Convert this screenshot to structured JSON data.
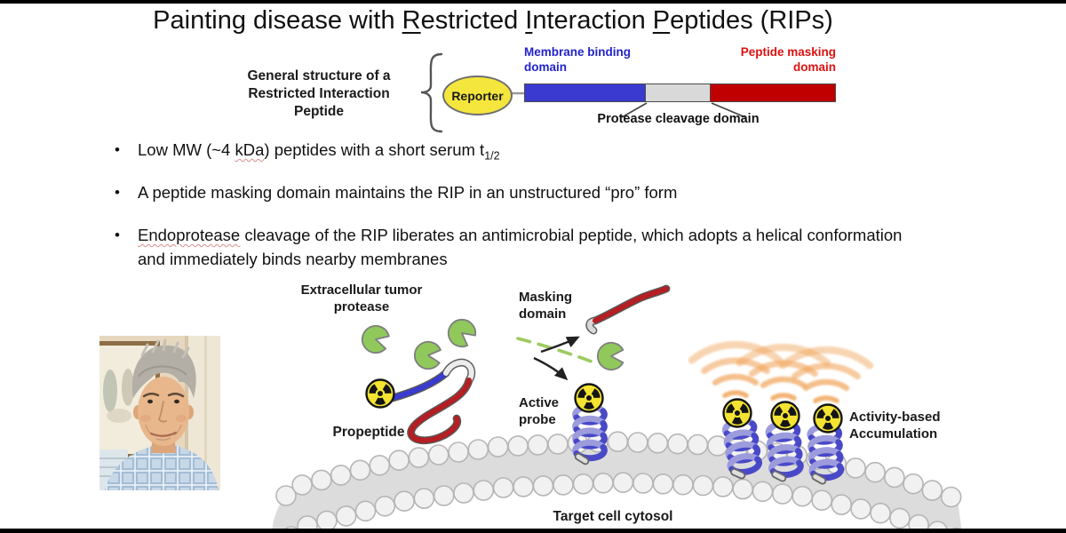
{
  "slide": {
    "title_segments": [
      {
        "t": "Painting disease with "
      },
      {
        "t": "R",
        "u": true
      },
      {
        "t": "estricted "
      },
      {
        "t": "I",
        "u": true
      },
      {
        "t": "nteraction "
      },
      {
        "t": "P",
        "u": true
      },
      {
        "t": "eptides (RIPs)"
      }
    ],
    "bullet_char": "•",
    "structure": {
      "label_line1": "General structure of a",
      "label_line2": "Restricted Interaction Peptide",
      "reporter_label": "Reporter",
      "membrane_binding_label": "Membrane binding domain",
      "peptide_masking_label": "Peptide masking domain",
      "protease_cleavage_label": "Protease cleavage domain"
    },
    "bullets": [
      {
        "segments": [
          {
            "t": "Low MW (~4 "
          },
          {
            "t": "kDa",
            "wavy": true
          },
          {
            "t": ") peptides with a short serum t"
          },
          {
            "t": "1/2",
            "sub": true
          }
        ]
      },
      {
        "segments": [
          {
            "t": "A peptide masking domain maintains the RIP in an unstructured “pro” form"
          }
        ]
      },
      {
        "segments": [
          {
            "t": "Endoprotease",
            "wavy": true
          },
          {
            "t": " cleavage of the RIP liberates an antimicrobial peptide, which adopts a helical conformation and immediately binds nearby membranes"
          }
        ]
      }
    ],
    "diagram": {
      "extracellular_protease_label": "Extracellular tumor protease",
      "propeptide_label": "Propeptide",
      "masking_domain_label": "Masking domain",
      "active_probe_label": "Active probe",
      "accumulation_label": "Activity-based Accumulation",
      "cytosol_label": "Target cell cytosol",
      "icons": {
        "protease": "pacman-protease-icon",
        "radiolabel": "radioactive-trefoil-icon",
        "helix": "alpha-helix-coil-icon",
        "radiation": "emission-arcs-icon",
        "membrane": "lipid-bilayer-icon"
      }
    },
    "photo": {
      "description": "portrait-photo-of-researcher"
    },
    "colors": {
      "accent_blue": "#3a3ad0",
      "accent_red": "#c00000",
      "label_blue": "#2323cc",
      "label_red": "#dd1111",
      "bar_gray": "#d9d9d9",
      "reporter_yellow": "#f5e63d",
      "protease_green": "#90c85c",
      "radiolabel_yellow": "#f4e431",
      "helix_blue": "#4949c8",
      "helix_light": "#9c9cdd",
      "masking_red": "#b51e23",
      "membrane_gray": "#dcdcdc",
      "lipid_fill": "#f1f1f1",
      "lipid_stroke": "#b5b5b5",
      "wave_orange": "#f0a053",
      "dash_green": "#9ccb5f"
    }
  }
}
